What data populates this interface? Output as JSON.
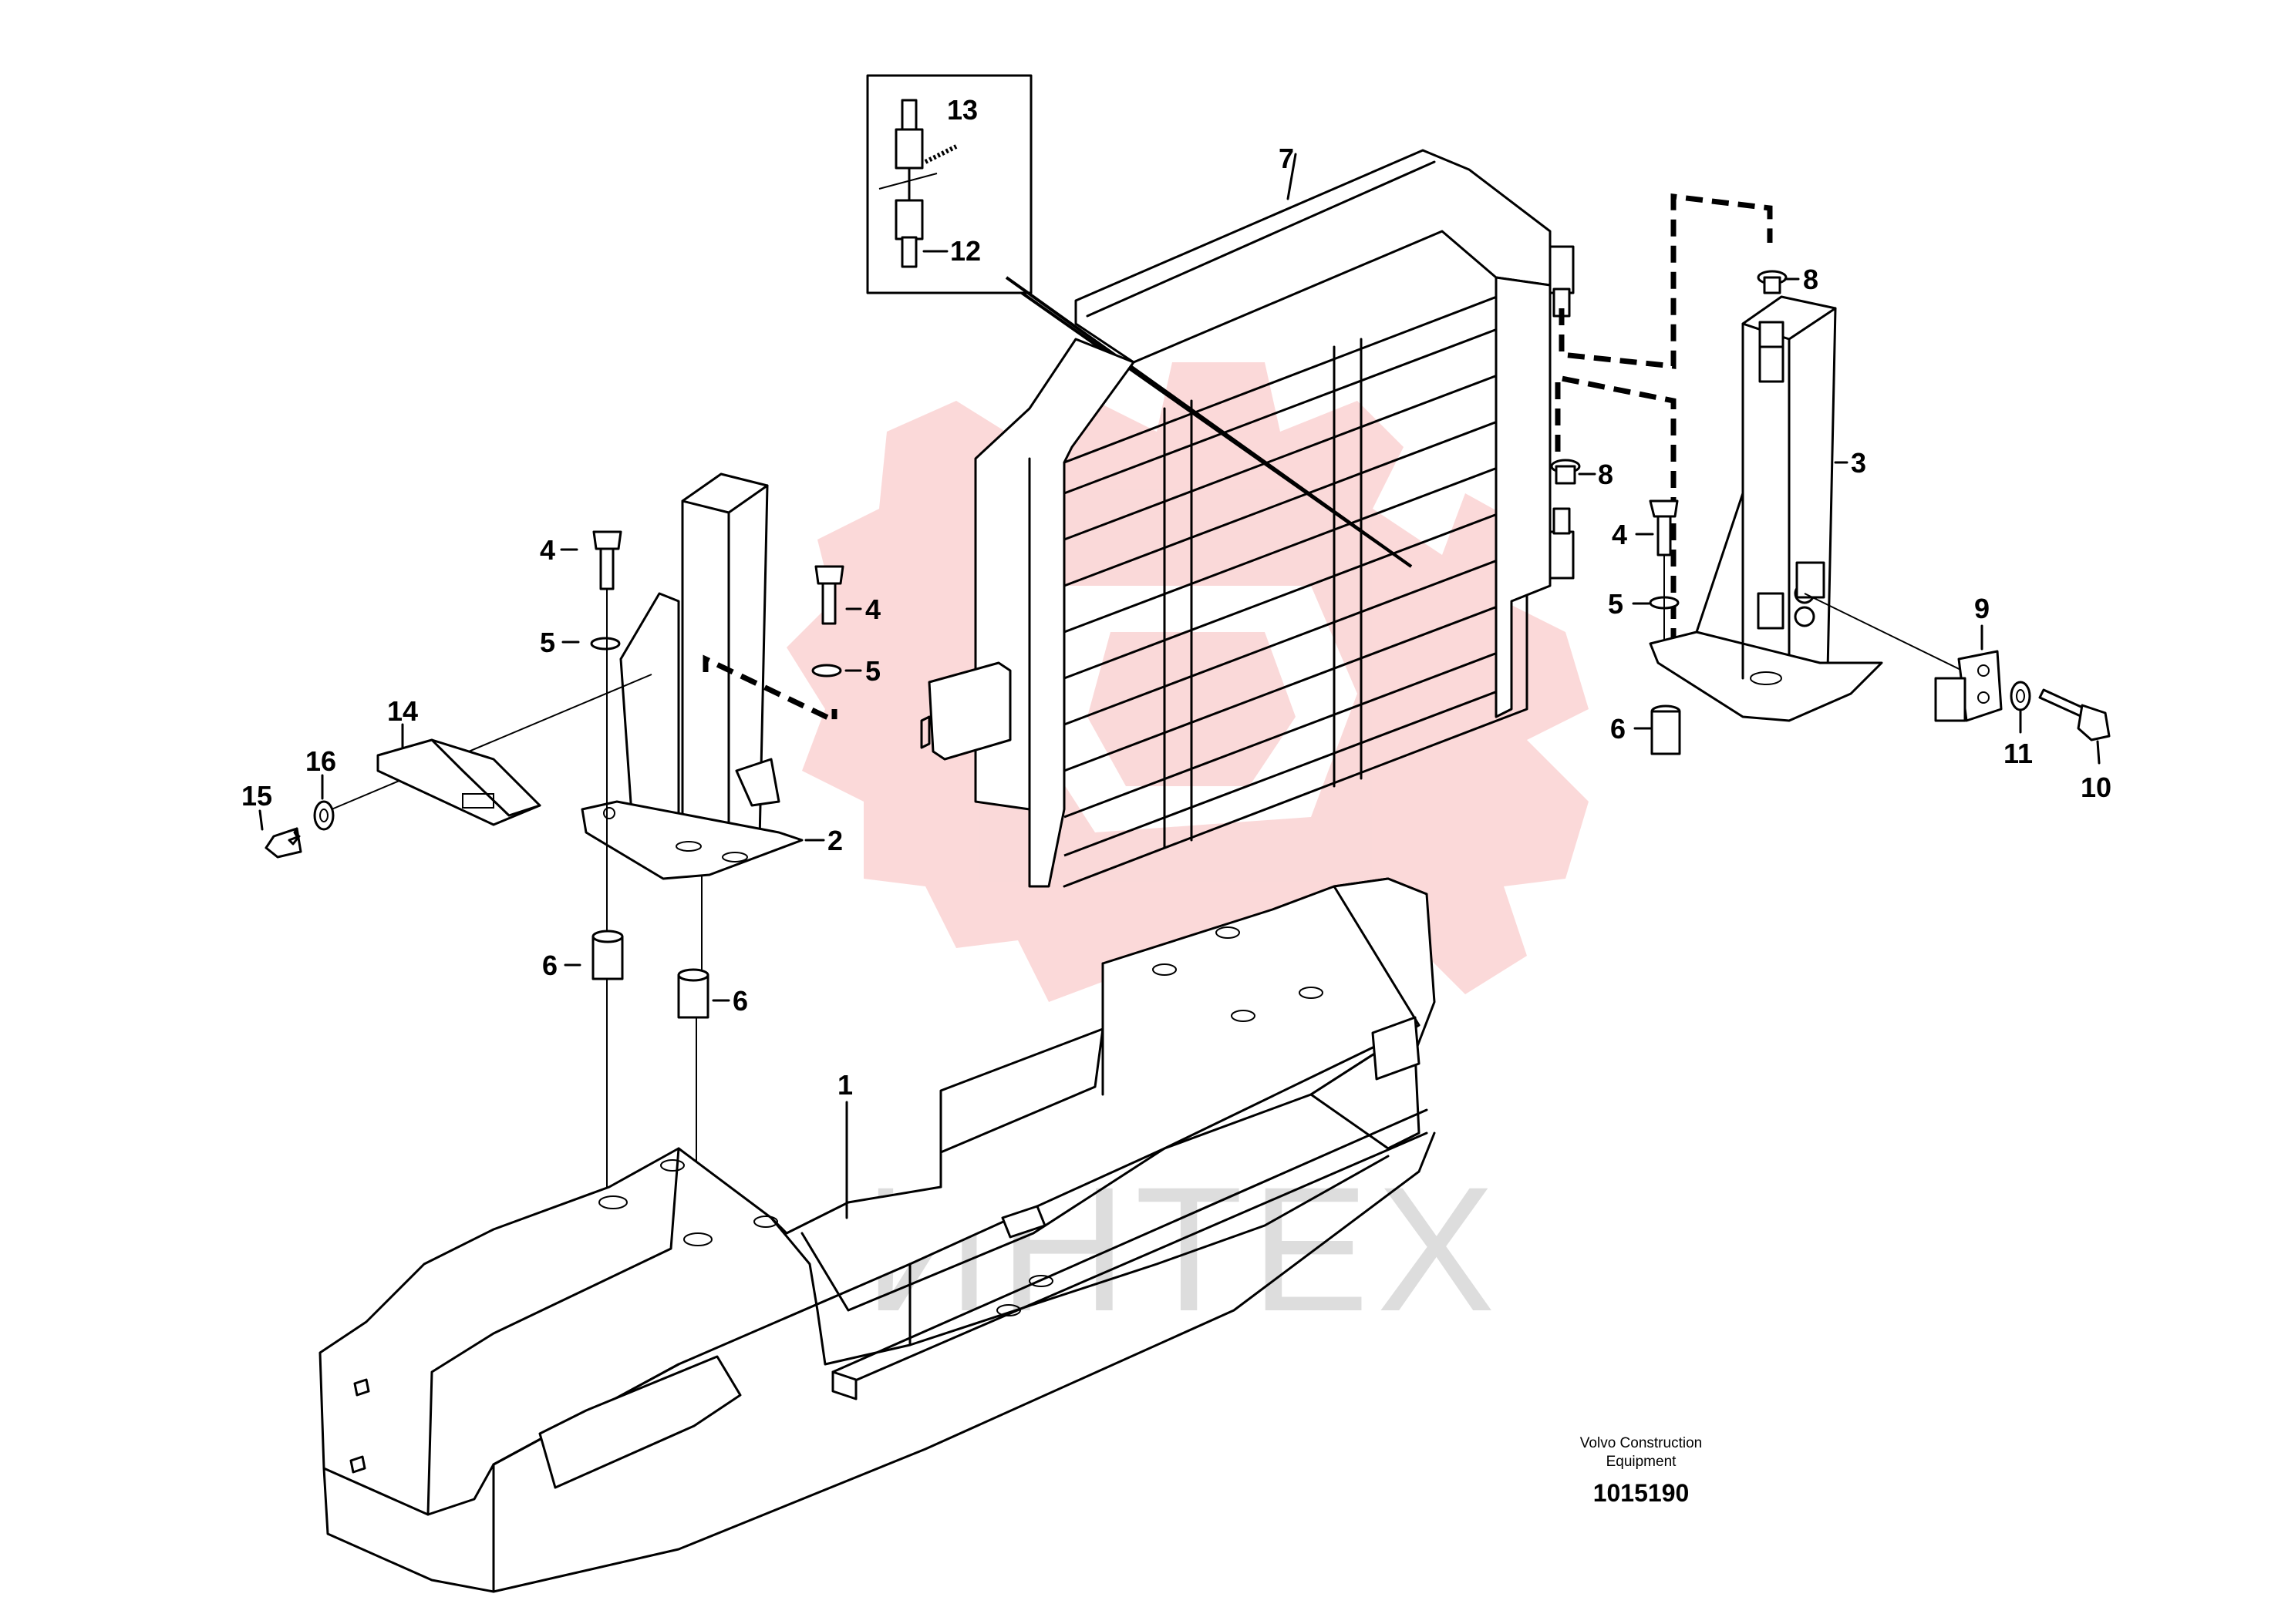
{
  "callouts": {
    "c1": "1",
    "c2": "2",
    "c3": "3",
    "c4a": "4",
    "c4b": "4",
    "c4c": "4",
    "c5a": "5",
    "c5b": "5",
    "c5c": "5",
    "c6a": "6",
    "c6b": "6",
    "c6c": "6",
    "c7": "7",
    "c8a": "8",
    "c8b": "8",
    "c9": "9",
    "c10": "10",
    "c11": "11",
    "c12": "12",
    "c13": "13",
    "c14": "14",
    "c15": "15",
    "c16": "16"
  },
  "watermark": {
    "text": "ИНТЕХ",
    "color": "#f4a6a6"
  },
  "footer": {
    "credit_line1": "Volvo Construction",
    "credit_line2": "Equipment",
    "doc_number": "1015190"
  }
}
